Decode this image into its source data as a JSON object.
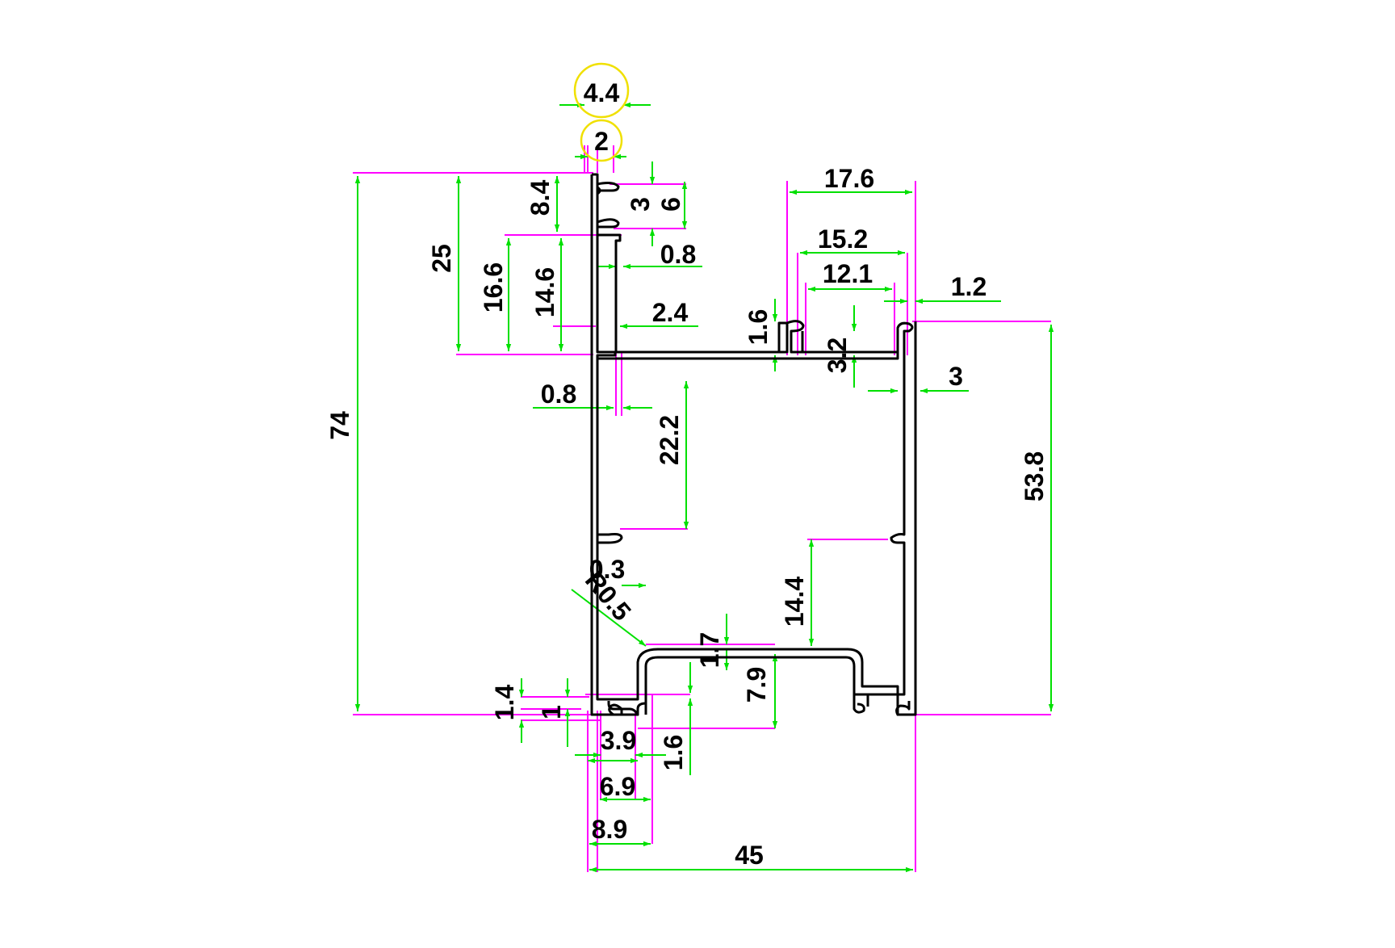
{
  "colors": {
    "profile": "#000000",
    "extension_lines": "#ff00ff",
    "dimension_lines": "#00e000",
    "highlight_circles": "#f0e000",
    "background": "#ffffff"
  },
  "dimensions": {
    "d_4_4": "4.4",
    "d_2": "2",
    "d_74": "74",
    "d_25": "25",
    "d_8_4": "8.4",
    "d_3_top": "3",
    "d_6": "6",
    "d_16_6": "16.6",
    "d_14_6": "14.6",
    "d_0_8_top": "0.8",
    "d_2_4": "2.4",
    "d_0_8_mid": "0.8",
    "d_22_2": "22.2",
    "d_17_6": "17.6",
    "d_15_2": "15.2",
    "d_12_1": "12.1",
    "d_1_2": "1.2",
    "d_1_6_top": "1.6",
    "d_3_2": "3.2",
    "d_3_right": "3",
    "d_53_8": "53.8",
    "d_14_4": "14.4",
    "d_r0_5": "R0.5",
    "d_0_3": "0.3",
    "d_1_7": "1.7",
    "d_7_9": "7.9",
    "d_1_4": "1.4",
    "d_1": "1",
    "d_3_9": "3.9",
    "d_1_6_bottom": "1.6",
    "d_6_9": "6.9",
    "d_8_9": "8.9",
    "d_45": "45"
  }
}
